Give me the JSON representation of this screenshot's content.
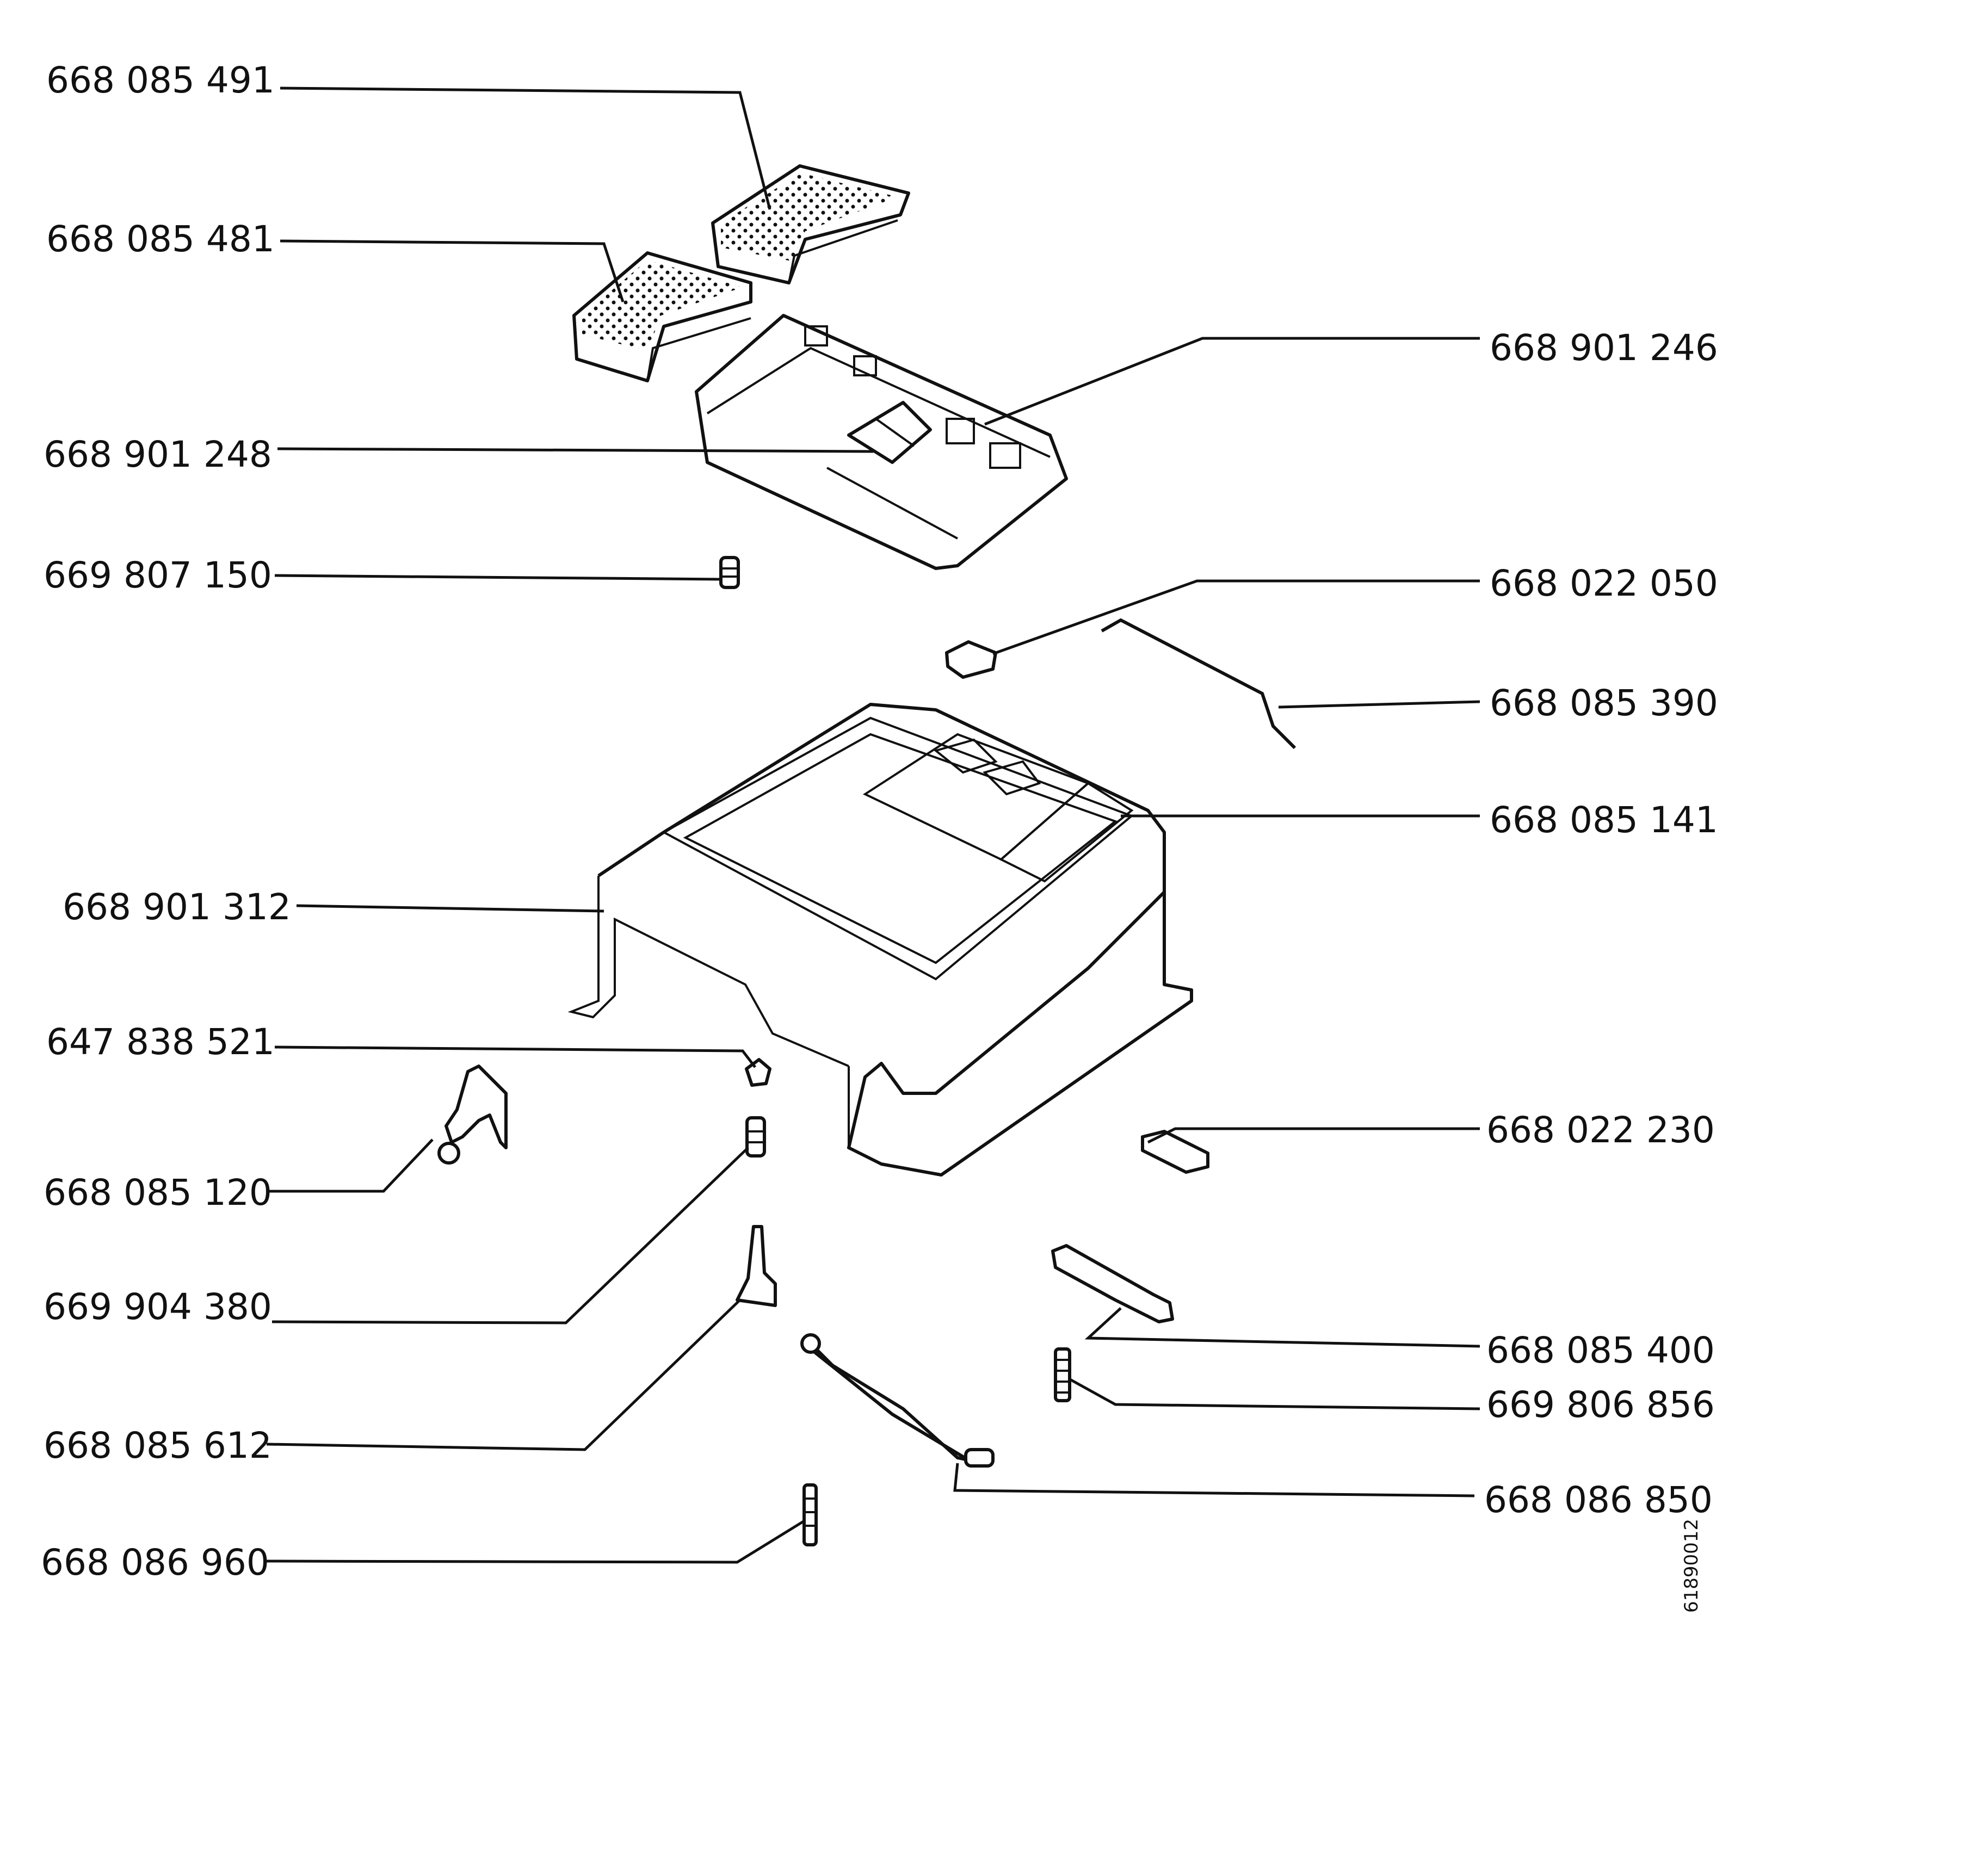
{
  "parts": [
    {
      "id": "p01",
      "number": "668 085 491"
    },
    {
      "id": "p02",
      "number": "668 085 481"
    },
    {
      "id": "p03",
      "number": "668 901 246"
    },
    {
      "id": "p04",
      "number": "668 901 248"
    },
    {
      "id": "p05",
      "number": "669 807 150"
    },
    {
      "id": "p06",
      "number": "668 022 050"
    },
    {
      "id": "p07",
      "number": "668 085 390"
    },
    {
      "id": "p08",
      "number": "668 085 141"
    },
    {
      "id": "p09",
      "number": "668 901 312"
    },
    {
      "id": "p10",
      "number": "647 838 521"
    },
    {
      "id": "p11",
      "number": "668 022 230"
    },
    {
      "id": "p12",
      "number": "668 085 120"
    },
    {
      "id": "p13",
      "number": "669 904 380"
    },
    {
      "id": "p14",
      "number": "668 085 400"
    },
    {
      "id": "p15",
      "number": "669 806 856"
    },
    {
      "id": "p16",
      "number": "668 085 612"
    },
    {
      "id": "p17",
      "number": "668 086 850"
    },
    {
      "id": "p18",
      "number": "668 086 960"
    }
  ],
  "drawing_number": "61890012"
}
